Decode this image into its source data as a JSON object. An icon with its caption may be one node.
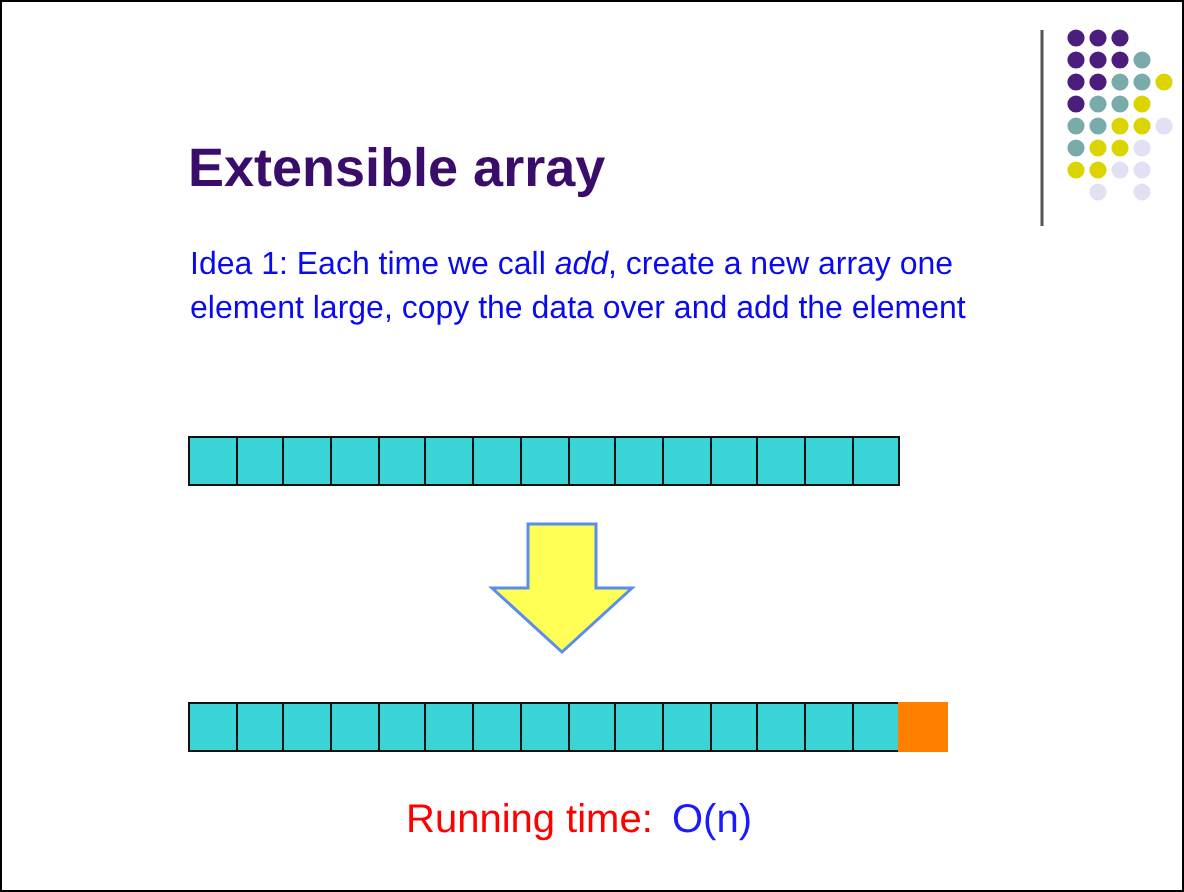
{
  "diagram": {
    "title": "Extensible array",
    "nodes": [
      {
        "text": [],
        "shape": "bar"
      },
      {
        "text": [],
        "shape": "bar"
      }
    ],
    "edges": [
      {
        "from": 0,
        "to": 1,
        "arrow": "to"
      }
    ],
    "labels": [
      "Idea 1: Each time we call *add*, create a new array one element large, copy the data over and add the element",
      "Running time:",
      "O(n)"
    ]
  }
}
